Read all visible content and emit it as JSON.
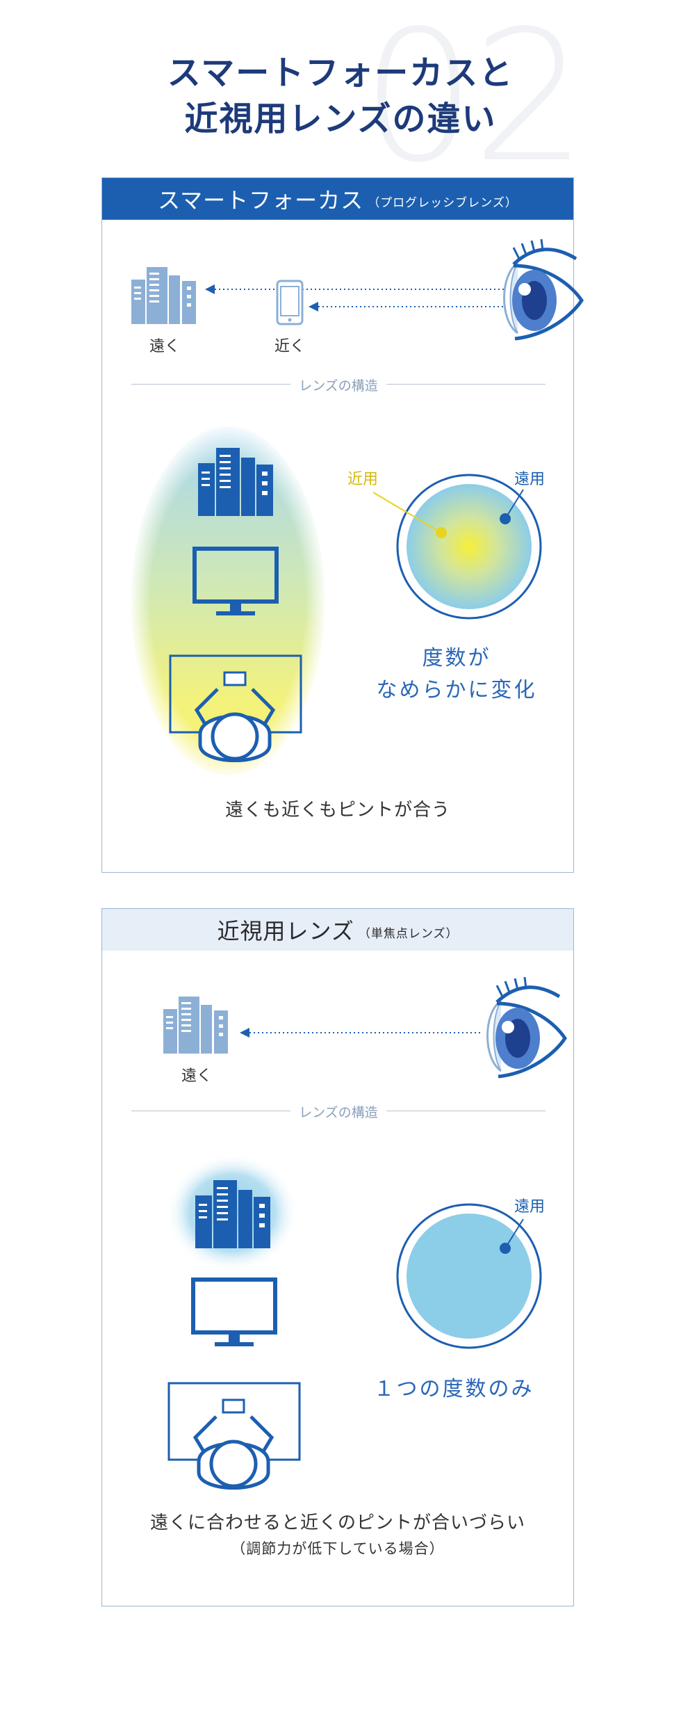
{
  "header": {
    "number": "02",
    "title_line1": "スマートフォーカスと",
    "title_line2": "近視用レンズの違い"
  },
  "panel1": {
    "title": "スマートフォーカス",
    "subtitle": "（プログレッシブレンズ）",
    "label_far": "遠く",
    "label_near": "近く",
    "structure_label": "レンズの構造",
    "lens_near": "近用",
    "lens_far": "遠用",
    "degree_line1": "度数が",
    "degree_line2": "なめらかに変化",
    "caption": "遠くも近くもピントが合う"
  },
  "panel2": {
    "title": "近視用レンズ",
    "subtitle": "（単焦点レンズ）",
    "label_far": "遠く",
    "structure_label": "レンズの構造",
    "lens_far": "遠用",
    "degree": "１つの度数のみ",
    "caption": "遠くに合わせると近くのピントが合いづらい",
    "caption_sub": "（調節力が低下している場合）"
  },
  "colors": {
    "navy": "#1d3a7a",
    "blue": "#1c5fb0",
    "light_blue_icon": "#8cafd6",
    "lens_fill": "#8ccde8",
    "yellow": "#e8d320",
    "panel_border": "#9ab6d8"
  },
  "icons": [
    "building-icon",
    "smartphone-icon",
    "contact-lens-icon",
    "eye-icon",
    "monitor-icon",
    "desk-person-icon"
  ]
}
